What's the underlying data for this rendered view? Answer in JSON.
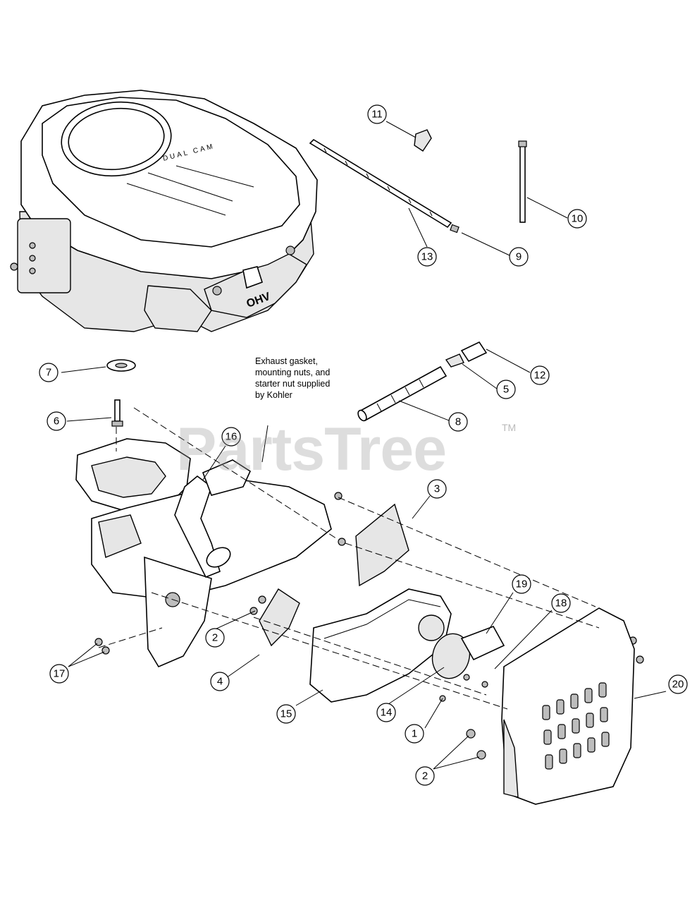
{
  "diagram": {
    "note": "Exhaust gasket,\nmounting nuts, and\nstarter nut supplied\nby Kohler",
    "engine_text": {
      "brand": "DUAL CAM",
      "label": "OHV"
    },
    "watermark": {
      "text": "PartsTree",
      "mark": "TM"
    },
    "callouts": [
      "1",
      "2",
      "2",
      "3",
      "4",
      "5",
      "6",
      "7",
      "8",
      "9",
      "10",
      "11",
      "12",
      "13",
      "14",
      "15",
      "16",
      "17",
      "18",
      "19",
      "20"
    ]
  }
}
